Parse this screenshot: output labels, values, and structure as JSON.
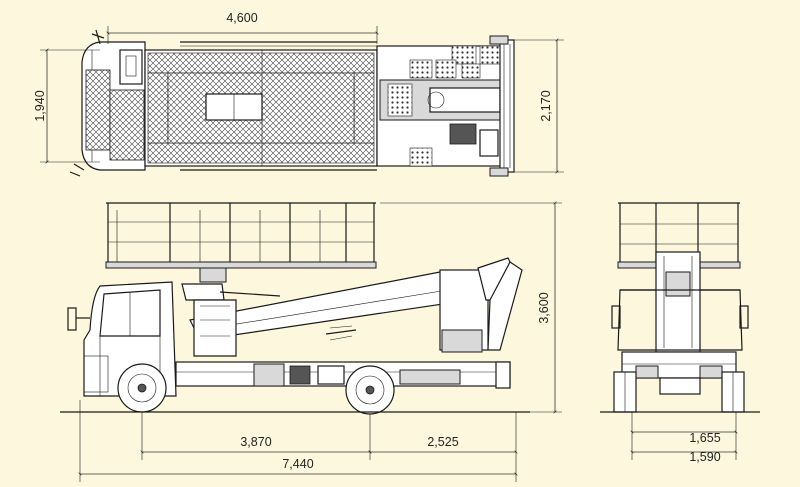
{
  "dimensions": {
    "top_length": "4,600",
    "top_width_left": "1,940",
    "top_width_right": "2,170",
    "side_height": "3,600",
    "wheelbase": "3,870",
    "rear_overhang": "2,525",
    "overall_length": "7,440",
    "rear_track_1": "1,655",
    "rear_track_2": "1,590"
  },
  "colors": {
    "background": "#fdf8dd",
    "line": "#1a1a1a"
  }
}
